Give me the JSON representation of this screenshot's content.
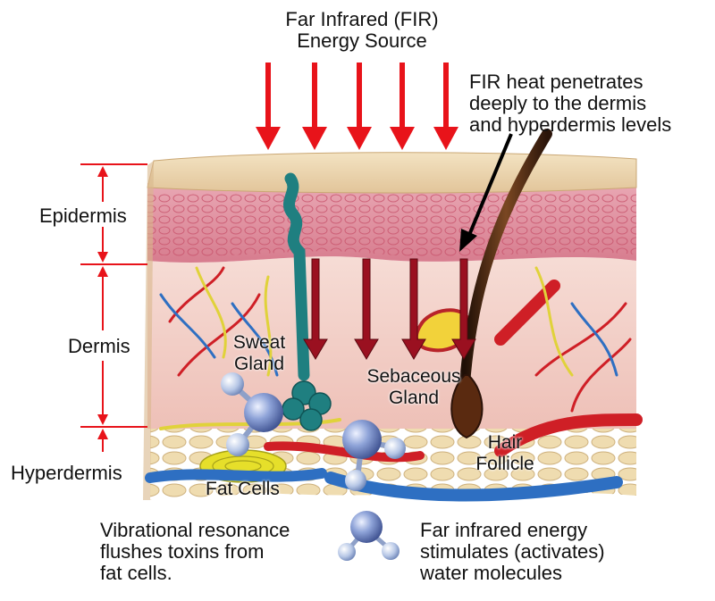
{
  "source": {
    "line1": "Far Infrared (FIR)",
    "line2": "Energy Source"
  },
  "penetration_note": {
    "line1": "FIR heat penetrates",
    "line2": "deeply to the dermis",
    "line3": "and hyperdermis levels"
  },
  "layers": {
    "epidermis": "Epidermis",
    "dermis": "Dermis",
    "hyperdermis": "Hyperdermis"
  },
  "structures": {
    "sweat_gland": {
      "line1": "Sweat",
      "line2": "Gland"
    },
    "sebaceous_gland": {
      "line1": "Sebaceous",
      "line2": "Gland"
    },
    "hair_follicle": {
      "line1": "Hair",
      "line2": "Follicle"
    },
    "fat_cells": "Fat Cells"
  },
  "captions": {
    "left": {
      "line1": "Vibrational resonance",
      "line2": "flushes toxins from",
      "line3": "fat cells."
    },
    "right": {
      "line1": "Far infrared energy",
      "line2": "stimulates (activates)",
      "line3": "water molecules"
    }
  },
  "colors": {
    "arrow_red": "#e8131a",
    "inner_arrow": "#9a1020",
    "epidermis": "#e7a4b0",
    "dermis": "#f4cfc8",
    "fat": "#e8d2a3",
    "sweat_gland": "#1f7f80",
    "hair": "#3b1e10",
    "molecule": "#6f88c8"
  }
}
